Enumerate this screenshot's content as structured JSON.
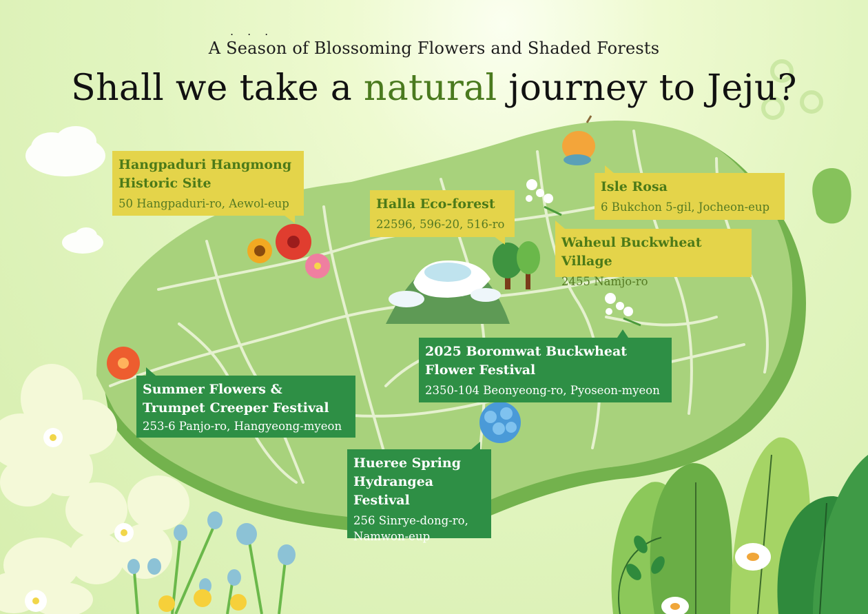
{
  "header": {
    "subtitle": "A Season of Blossoming Flowers and Shaded Forests",
    "subtitle_dots": "...",
    "title_before": "Shall we take a ",
    "title_accent": "natural",
    "title_after": " journey to Jeju?"
  },
  "colors": {
    "title_accent": "#4a7a1e",
    "label_yellow": "#e4d44a",
    "label_yellow_text": "#4c7a18",
    "label_green": "#2e8f45",
    "island_fill": "#a8d27c",
    "island_shadow": "#73b24d",
    "road": "#ecf5d8"
  },
  "locations": [
    {
      "id": "hangpaduri",
      "name_lines": [
        "Hangpaduri Hangmong",
        "Historic Site"
      ],
      "address_lines": [
        "50 Hangpaduri-ro, Aewol-eup"
      ],
      "style": "yellow"
    },
    {
      "id": "halla",
      "name_lines": [
        "Halla Eco-forest"
      ],
      "address_lines": [
        "22596, 596-20, 516-ro"
      ],
      "style": "yellow"
    },
    {
      "id": "isle-rosa",
      "name_lines": [
        "Isle Rosa"
      ],
      "address_lines": [
        "6 Bukchon 5-gil, Jocheon-eup"
      ],
      "style": "yellow"
    },
    {
      "id": "waheul",
      "name_lines": [
        "Waheul Buckwheat Village"
      ],
      "address_lines": [
        "2455 Namjo-ro"
      ],
      "style": "yellow"
    },
    {
      "id": "boromwat",
      "name_lines": [
        "2025 Boromwat Buckwheat",
        "Flower Festival"
      ],
      "address_lines": [
        "2350-104 Beonyeong-ro, Pyoseon-myeon"
      ],
      "style": "green"
    },
    {
      "id": "summer-flowers",
      "name_lines": [
        "Summer Flowers &",
        "Trumpet Creeper Festival"
      ],
      "address_lines": [
        "253-6 Panjo-ro, Hangyeong-myeon"
      ],
      "style": "green"
    },
    {
      "id": "hueree",
      "name_lines": [
        "Hueree Spring",
        "Hydrangea Festival"
      ],
      "address_lines": [
        "256 Sinrye-dong-ro,",
        "Namwon-eup"
      ],
      "style": "green"
    }
  ],
  "icons": [
    "cloud-icon",
    "flower-cluster-icon",
    "sunflower-icon",
    "hibiscus-icon",
    "cosmos-icon",
    "hallasan-mountain-icon",
    "trees-icon",
    "buckwheat-flower-icon",
    "trumpet-creeper-icon",
    "hydrangea-icon",
    "orange-fruit-icon",
    "white-flower-icon",
    "leaf-plant-icon"
  ]
}
